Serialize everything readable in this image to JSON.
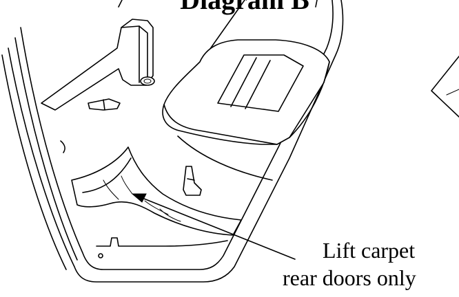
{
  "diagram": {
    "title": "Diagram B",
    "callout": {
      "line1": "Lift carpet",
      "line2": "rear doors only"
    }
  }
}
